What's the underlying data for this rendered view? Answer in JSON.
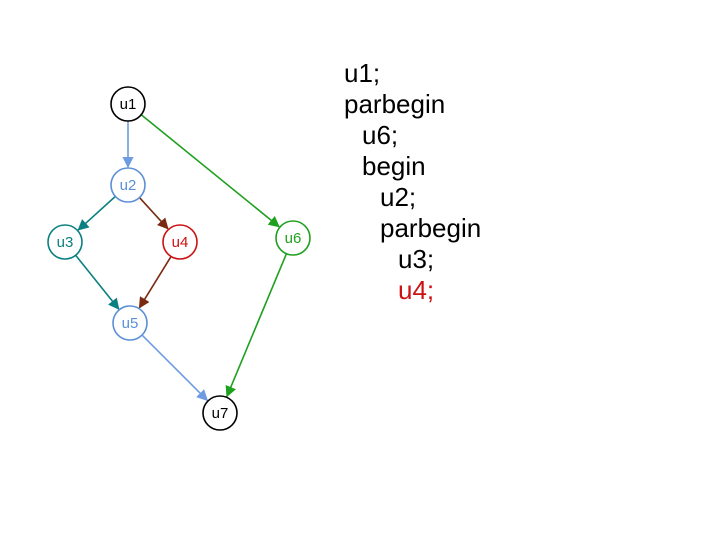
{
  "graph": {
    "nodes": {
      "u1": {
        "label": "u1",
        "color": "#000000"
      },
      "u2": {
        "label": "u2",
        "color": "#5b8fd8"
      },
      "u3": {
        "label": "u3",
        "color": "#0b8080"
      },
      "u4": {
        "label": "u4",
        "color": "#cc1111"
      },
      "u5": {
        "label": "u5",
        "color": "#5b8fd8"
      },
      "u6": {
        "label": "u6",
        "color": "#1fa01f"
      },
      "u7": {
        "label": "u7",
        "color": "#000000"
      }
    },
    "edges": [
      {
        "from": "u1",
        "to": "u2",
        "color": "#6f9be3"
      },
      {
        "from": "u1",
        "to": "u6",
        "color": "#1fa01f"
      },
      {
        "from": "u2",
        "to": "u3",
        "color": "#0b8080"
      },
      {
        "from": "u2",
        "to": "u4",
        "color": "#7a2a10"
      },
      {
        "from": "u3",
        "to": "u5",
        "color": "#0b8080"
      },
      {
        "from": "u4",
        "to": "u5",
        "color": "#7a2a10"
      },
      {
        "from": "u5",
        "to": "u7",
        "color": "#6f9be3"
      },
      {
        "from": "u6",
        "to": "u7",
        "color": "#1fa01f"
      }
    ]
  },
  "code": {
    "lines": [
      {
        "text": "u1;",
        "color": "#000000"
      },
      {
        "text": "parbegin",
        "color": "#000000"
      },
      {
        "text": "u6;",
        "color": "#000000"
      },
      {
        "text": "begin",
        "color": "#000000"
      },
      {
        "text": "u2;",
        "color": "#000000"
      },
      {
        "text": "parbegin",
        "color": "#000000"
      },
      {
        "text": "u3;",
        "color": "#000000"
      },
      {
        "text": "u4;",
        "color": "#cc1111"
      }
    ]
  }
}
